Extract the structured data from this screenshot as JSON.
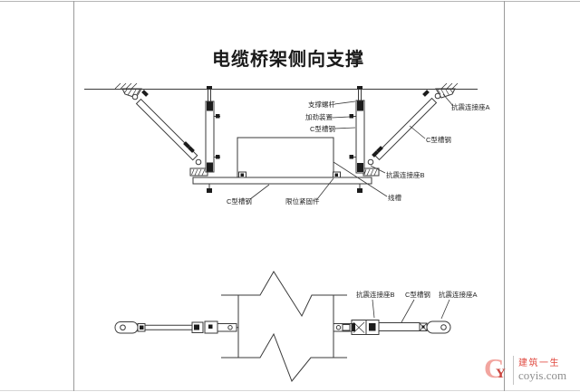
{
  "title": "电缆桥架侧向支撑",
  "top_view": {
    "labels": {
      "support_rod": "支撑螺杆",
      "stiffener": "加劲装置",
      "c_channel_hanger": "C型槽钢",
      "seismic_seat_a": "抗震连接座A",
      "c_channel_brace": "C型槽钢",
      "seismic_seat_b": "抗震连接座B",
      "wire_trough": "线槽",
      "c_channel_bottom": "C型槽钢",
      "limit_fastener": "限位紧固件"
    }
  },
  "plan_view": {
    "labels": {
      "seismic_seat_b": "抗震连接座B",
      "c_channel": "C型槽钢",
      "seismic_seat_a": "抗震连接座A"
    }
  },
  "watermark": {
    "icon_c": "C",
    "icon_y": "Y",
    "brand": "建筑一生",
    "site": "coyis.com"
  },
  "colors": {
    "line": "#3a3a3a",
    "fill_dark": "#1c1c1c",
    "brand_red": "#e0483f",
    "brand_pink": "#f2a59f",
    "site_gray": "#8f8f8f"
  }
}
